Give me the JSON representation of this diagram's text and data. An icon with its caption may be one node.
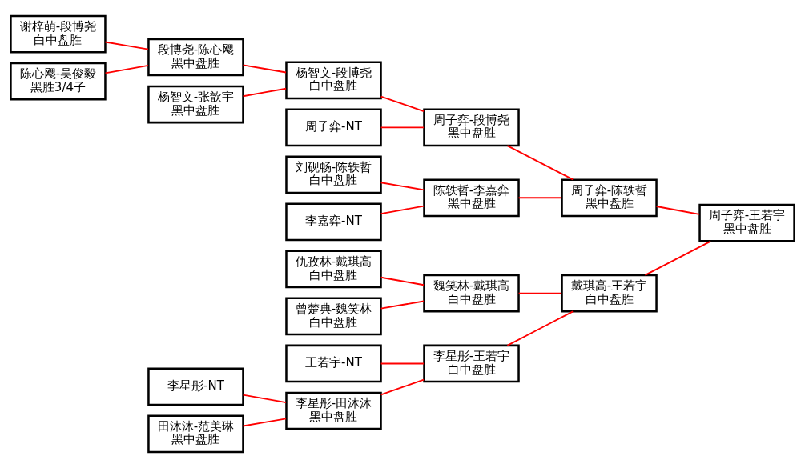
{
  "diagram": {
    "nodes": [
      {
        "text": [
          "谢梓萌-段博尧",
          "白中盘胜"
        ]
      },
      {
        "text": [
          "陈心飔-吴俊毅",
          "黑胜3/4子"
        ]
      },
      {
        "text": [
          "段博尧-陈心飔",
          "黑中盘胜"
        ]
      },
      {
        "text": [
          "杨智文-张歆宇",
          "黑中盘胜"
        ]
      },
      {
        "text": [
          "杨智文-段博尧",
          "白中盘胜"
        ]
      },
      {
        "text": [
          "周子弈-NT"
        ]
      },
      {
        "text": [
          "周子弈-段博尧",
          "黑中盘胜"
        ]
      },
      {
        "text": [
          "刘砚畅-陈轶哲",
          "白中盘胜"
        ]
      },
      {
        "text": [
          "李嘉弈-NT"
        ]
      },
      {
        "text": [
          "陈轶哲-李嘉弈",
          "黑中盘胜"
        ]
      },
      {
        "text": [
          "周子弈-陈轶哲",
          "黑中盘胜"
        ]
      },
      {
        "text": [
          "王若宇-NT"
        ]
      },
      {
        "text": [
          "李星彤-NT"
        ]
      },
      {
        "text": [
          "田沐沐-范美琳",
          "黑中盘胜"
        ]
      },
      {
        "text": [
          "李星彤-田沐沐",
          "黑中盘胜"
        ]
      },
      {
        "text": [
          "李星彤-王若宇",
          "白中盘胜"
        ]
      },
      {
        "text": [
          "仇孜林-戴琪高",
          "白中盘胜"
        ]
      },
      {
        "text": [
          "曾楚典-魏笑林",
          "白中盘胜"
        ]
      },
      {
        "text": [
          "魏笑林-戴琪高",
          "白中盘胜"
        ]
      },
      {
        "text": [
          "戴琪高-王若宇",
          "白中盘胜"
        ]
      },
      {
        "text": [
          "周子弈-王若宇",
          "黑中盘胜"
        ]
      }
    ],
    "edges": [
      {
        "from": 0,
        "to": 2,
        "arrow": "none"
      },
      {
        "from": 1,
        "to": 2,
        "arrow": "none"
      },
      {
        "from": 2,
        "to": 4,
        "arrow": "none"
      },
      {
        "from": 3,
        "to": 4,
        "arrow": "none"
      },
      {
        "from": 5,
        "to": 6,
        "arrow": "none"
      },
      {
        "from": 4,
        "to": 6,
        "arrow": "none"
      },
      {
        "from": 7,
        "to": 9,
        "arrow": "none"
      },
      {
        "from": 8,
        "to": 9,
        "arrow": "none"
      },
      {
        "from": 6,
        "to": 10,
        "arrow": "none"
      },
      {
        "from": 9,
        "to": 10,
        "arrow": "none"
      },
      {
        "from": 11,
        "to": 15,
        "arrow": "none"
      },
      {
        "from": 12,
        "to": 14,
        "arrow": "none"
      },
      {
        "from": 13,
        "to": 14,
        "arrow": "none"
      },
      {
        "from": 14,
        "to": 15,
        "arrow": "none"
      },
      {
        "from": 16,
        "to": 18,
        "arrow": "none"
      },
      {
        "from": 17,
        "to": 18,
        "arrow": "none"
      },
      {
        "from": 15,
        "to": 19,
        "arrow": "none"
      },
      {
        "from": 18,
        "to": 19,
        "arrow": "none"
      },
      {
        "from": 10,
        "to": 20,
        "arrow": "none"
      },
      {
        "from": 19,
        "to": 20,
        "arrow": "none"
      }
    ]
  }
}
